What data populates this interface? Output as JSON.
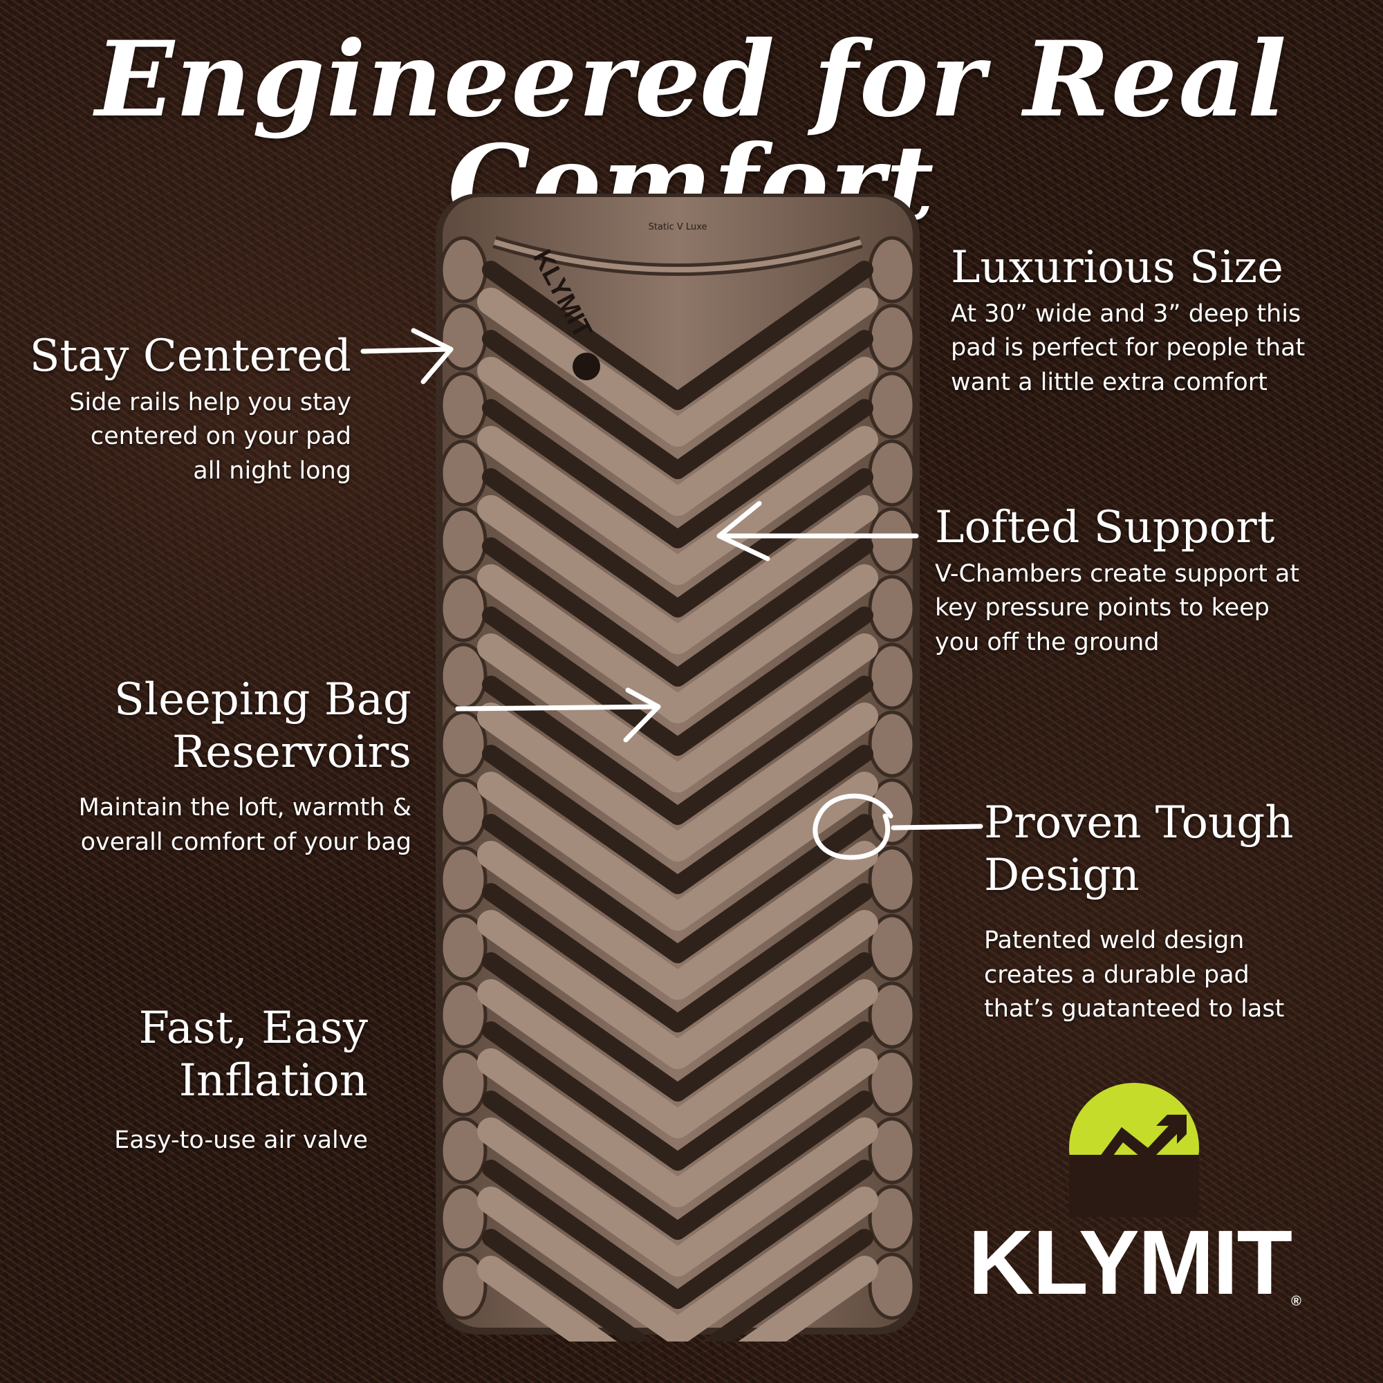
{
  "headline": "Engineered for Real Comfort",
  "pad": {
    "logo_text": "KLYMIT",
    "model_text": "Static V Luxe"
  },
  "features": {
    "stay_centered": {
      "title": "Stay Centered",
      "lines": [
        "Side rails help you stay",
        "centered on your pad",
        "all night long"
      ]
    },
    "sleeping_bag": {
      "title_lines": [
        "Sleeping Bag",
        "Reservoirs"
      ],
      "lines": [
        "Maintain the loft, warmth &",
        "overall comfort of your bag"
      ]
    },
    "fast_easy": {
      "title_lines": [
        "Fast, Easy",
        "Inflation"
      ],
      "lines": [
        "Easy-to-use air valve"
      ]
    },
    "luxurious": {
      "title": "Luxurious Size",
      "lines": [
        "At 30” wide and 3” deep this",
        "pad is perfect for people that",
        "want a little extra comfort"
      ]
    },
    "lofted": {
      "title": "Lofted Support",
      "lines": [
        "V-Chambers create support at",
        "key pressure points to keep",
        "you off the ground"
      ]
    },
    "proven": {
      "title_lines": [
        "Proven Tough",
        "Design"
      ],
      "lines": [
        "Patented weld design",
        "creates a durable pad",
        "that’s guatanteed to last"
      ]
    }
  },
  "brand": {
    "name": "KLYMIT",
    "registered": "®",
    "colors": {
      "accent": "#c5dc2b",
      "text": "#ffffff",
      "pad": "#8a7364"
    }
  },
  "icons": [
    "arrow-icon",
    "circle-callout-icon",
    "klymit-mountain-logo-icon"
  ]
}
